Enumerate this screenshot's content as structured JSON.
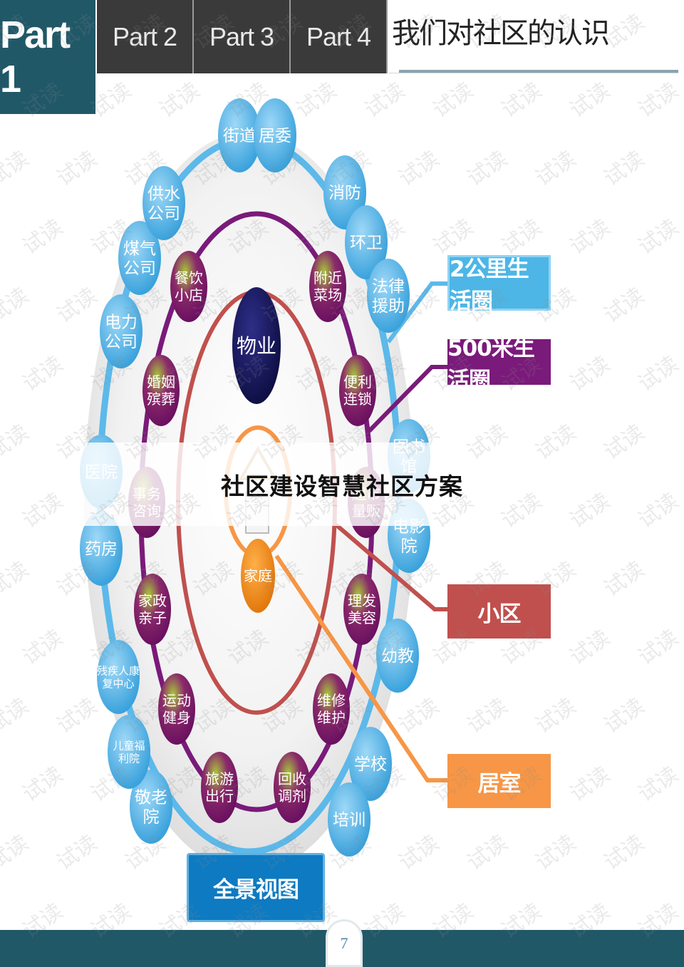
{
  "header": {
    "active_tab": "Part 1",
    "tabs": [
      "Part 2",
      "Part 3",
      "Part 4"
    ],
    "title": "我们对社区的认识"
  },
  "diagram": {
    "outer_ring": [
      "街道",
      "居委",
      "消防",
      "环卫",
      "法律援助",
      "图书馆",
      "电影院",
      "幼教",
      "学校",
      "培训",
      "敬老院",
      "儿童福利院",
      "残疾人康复中心",
      "药房",
      "医院",
      "电力公司",
      "煤气公司",
      "供水公司"
    ],
    "middle_ring": [
      "附近菜场",
      "便利连锁",
      "超市量贩",
      "理发美容",
      "维修维护",
      "回收调剂",
      "旅游出行",
      "运动健身",
      "家政亲子",
      "事务咨询",
      "婚姻殡葬",
      "餐饮小店"
    ],
    "property": "物业",
    "home": "家庭",
    "center_label": "全景视图"
  },
  "legend": {
    "ring_2km": "2公里生活圈",
    "ring_500m": "500米生活圈",
    "community": "小区",
    "residence": "居室"
  },
  "colors": {
    "outer": "#4db0e4",
    "purple": "#7a1a7a",
    "red": "#c0504d",
    "orange": "#f79646",
    "navy": "#1a1a5e",
    "teal": "#215868"
  },
  "banner": {
    "text": "社区建设智慧社区方案"
  },
  "footer": {
    "page_number": "7"
  },
  "watermark": "试读"
}
